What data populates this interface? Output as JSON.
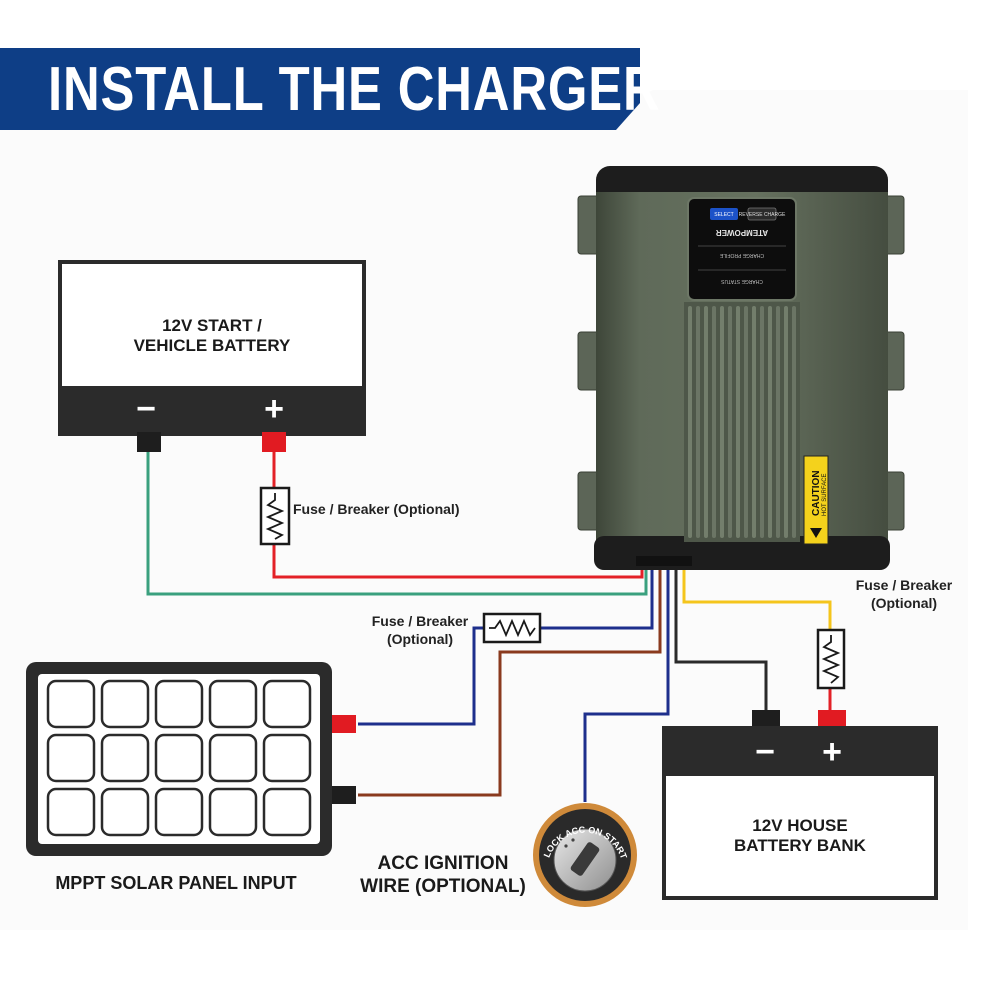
{
  "header": {
    "title": "INSTALL THE CHARGER"
  },
  "start_battery": {
    "line1": "12V START /",
    "line2": "VEHICLE BATTERY",
    "neg_sign": "−",
    "pos_sign": "+"
  },
  "house_battery": {
    "line1": "12V HOUSE",
    "line2": "BATTERY BANK",
    "neg_sign": "−",
    "pos_sign": "+"
  },
  "fuses": {
    "start": "Fuse / Breaker (Optional)",
    "solar_line1": "Fuse / Breaker",
    "solar_line2": "(Optional)",
    "house_line1": "Fuse / Breaker",
    "house_line2": "(Optional)"
  },
  "solar": {
    "label": "MPPT SOLAR PANEL INPUT"
  },
  "ignition": {
    "line1": "ACC IGNITION",
    "line2": "WIRE (OPTIONAL)",
    "ring_text": "LOCK ACC ON START"
  },
  "charger": {
    "brand": "ATEMPOWER",
    "button_select": "SELECT",
    "button_reverse": "REVERSE CHARGE",
    "panel_charge_profile": "CHARGE PROFILE",
    "panel_charge_status": "CHARGE STATUS",
    "caution_title": "CAUTION",
    "caution_sub": "HOT SURFACE"
  },
  "colors": {
    "banner": "#0e3e86",
    "wire_green": "#3aa07e",
    "wire_red": "#e32127",
    "wire_blue": "#1e2f8c",
    "wire_brown": "#8a3a1e",
    "wire_black": "#2a2a2a",
    "wire_yellow": "#f4c51c",
    "charger_body": "#596454",
    "battery_dark": "#2b2b2b",
    "terminal_red": "#e11b22"
  }
}
